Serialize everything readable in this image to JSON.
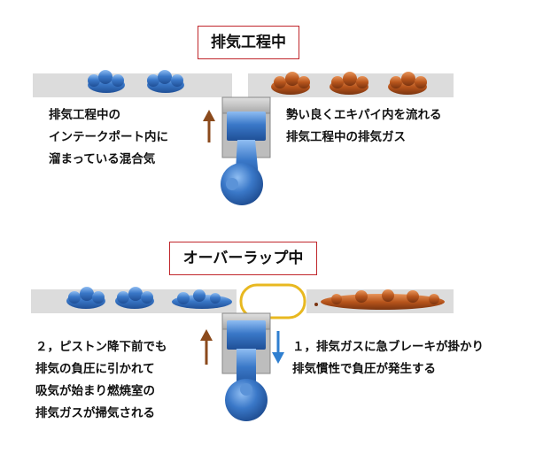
{
  "top": {
    "title": "排気工程中",
    "left_note": [
      "排気工程中の",
      "インテークポート内に",
      "溜まっている混合気"
    ],
    "right_note": [
      "勢い良くエキパイ内を流れる",
      "排気工程中の排気ガス"
    ]
  },
  "bottom": {
    "title": "オーバーラップ中",
    "left_note": [
      "２，ピストン降下前でも",
      "排気の負圧に引かれて",
      "吸気が始まり燃焼室の",
      "排気ガスが掃気される"
    ],
    "right_note": [
      "１，排気ガスに急ブレーキが掛かり",
      "排気慣性で負圧が発生する"
    ]
  },
  "colors": {
    "intake_mixture": "#3a78c8",
    "exhaust_gas": "#b8551c",
    "port_band": "#dcdcdc",
    "title_border": "#c0262b",
    "arrow_up": "#8b4a1c",
    "arrow_down": "#2f7fd0",
    "valve_ring": "#e8b820"
  }
}
